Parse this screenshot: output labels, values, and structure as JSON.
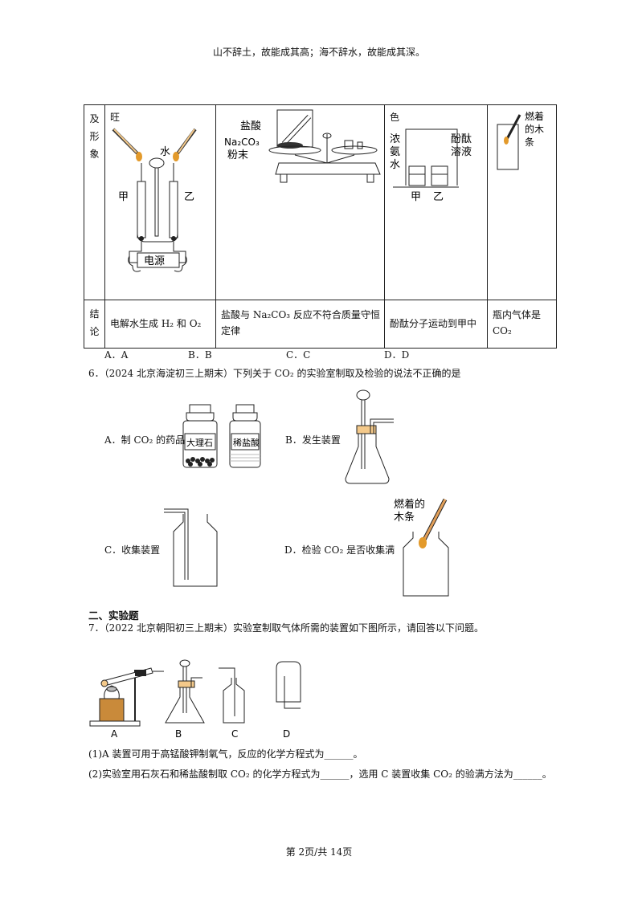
{
  "header": "山不辞土，故能成其高；海不辞水，故能成其深。",
  "table": {
    "row1_label_chars": [
      "及",
      "形",
      "象"
    ],
    "col1_top": "旺",
    "col3_top": "色",
    "row2_label_chars": [
      "结",
      "论"
    ],
    "fig1": {
      "water": "水",
      "jia": "甲",
      "yi": "乙",
      "power": "电源"
    },
    "fig2": {
      "hcl": "盐酸",
      "na2co3": "Na₂CO₃",
      "powder": "粉末"
    },
    "fig3": {
      "ammonia": [
        "浓",
        "氨",
        "水"
      ],
      "phenol": [
        "酚酞",
        "溶液"
      ],
      "jia": "甲",
      "yi": "乙"
    },
    "fig4": {
      "splint": [
        "燃着",
        "的木",
        "条"
      ]
    },
    "conclusions": [
      "电解水生成 H₂ 和 O₂",
      "盐酸与 Na₂CO₃ 反应不符合质量守恒定律",
      "酚酞分子运动到甲中",
      "瓶内气体是 CO₂"
    ]
  },
  "q5_options": [
    "A．A",
    "B．B",
    "C．C",
    "D．D"
  ],
  "q6": {
    "stem": "6．（2024 北京海淀初三上期末）下列关于 CO₂ 的实验室制取及检验的说法不正确的是",
    "optA": "A．制 CO₂ 的药品",
    "optB": "B．发生装置",
    "optC": "C．收集装置",
    "optD": "D．检验 CO₂ 是否收集满",
    "bottle1": "大理石",
    "bottle2": "稀盐酸",
    "splint": [
      "燃着的",
      "木条"
    ]
  },
  "section2": "二、实验题",
  "q7": {
    "stem": "7．（2022 北京朝阳初三上期末）实验室制取气体所需的装置如下图所示，请回答以下问题。",
    "labels": [
      "A",
      "B",
      "C",
      "D"
    ],
    "p1": "(1)A 装置可用于高锰酸钾制氧气，反应的化学方程式为______。",
    "p2": "(2)实验室用石灰石和稀盐酸制取 CO₂ 的化学方程式为______，选用 C 装置收集 CO₂ 的验满方法为______。"
  },
  "footer": "第 2页/共 14页"
}
